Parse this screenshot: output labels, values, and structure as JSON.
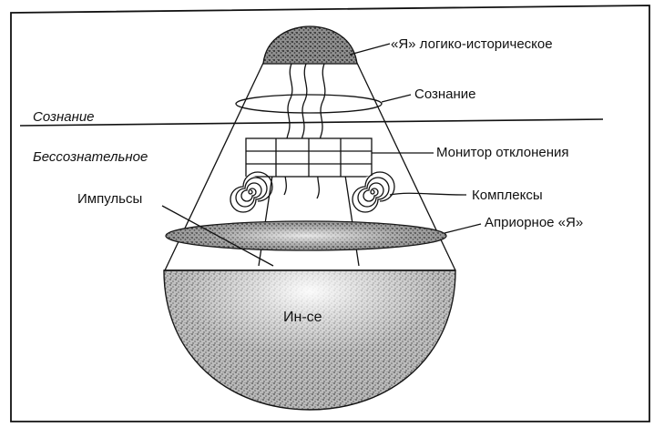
{
  "labels": {
    "ego_logical_historical": "«Я» логико-историческое",
    "consciousness_right": "Сознание",
    "consciousness_left": "Сознание",
    "unconscious_left": "Бессознательное",
    "deviation_monitor": "Монитор отклонения",
    "impulses": "Импульсы",
    "complexes": "Комплексы",
    "a_priori_ego": "Априорное «Я»",
    "in_itself": "Ин-се"
  },
  "colors": {
    "ink": "#111111",
    "paper": "#ffffff",
    "shade": "#8a8a8a"
  }
}
